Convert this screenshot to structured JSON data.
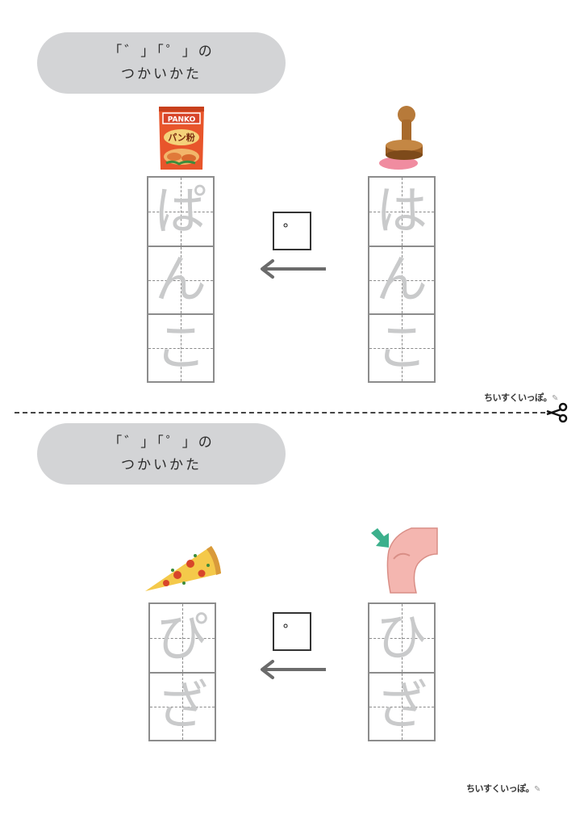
{
  "sheets": [
    {
      "title_line1": "「゛」「゜」の",
      "title_line2": "つかいかた",
      "mark": "゜",
      "source_word": [
        "は",
        "ん",
        "こ"
      ],
      "target_word": [
        "ぱ",
        "ん",
        "こ"
      ],
      "source_picture_icon": "hanko-stamp-icon",
      "target_picture_icon": "panko-bag-icon",
      "target_picture_text": "パン粉",
      "target_picture_brand": "PANKO"
    },
    {
      "title_line1": "「゛」「゜」の",
      "title_line2": "つかいかた",
      "mark": "゜",
      "source_word": [
        "ひ",
        "ざ"
      ],
      "target_word": [
        "ぴ",
        "ざ"
      ],
      "source_picture_icon": "knee-icon",
      "target_picture_icon": "pizza-slice-icon"
    }
  ],
  "logo_text": "ちいすくいっぽ。",
  "colors": {
    "pill": "#d3d4d6",
    "trace": "#c9cacb",
    "grid": "#8c8c8c",
    "arrow": "#6b6b6b"
  }
}
